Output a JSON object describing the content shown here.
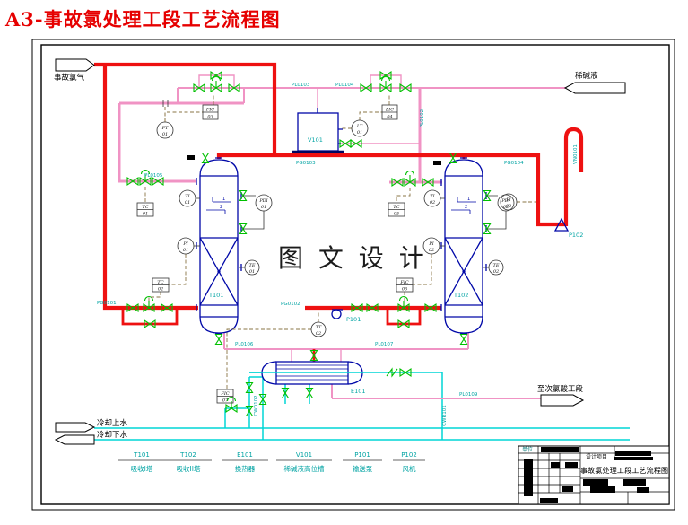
{
  "page_title": "A3-事故氯处理工段工艺流程图",
  "watermark": "图 文 设 计",
  "flags": {
    "accident_chlorine": "事故氯气",
    "dilute_alkali": "稀碱液",
    "to_hypochlorite": "至次氯酸工段",
    "cooling_supply": "冷却上水",
    "cooling_return": "冷却下水"
  },
  "equipment": {
    "t101": "T101",
    "t102": "T102",
    "v101": "V101",
    "e101": "E101",
    "p101": "P101",
    "p102": "P102"
  },
  "tray_marks": {
    "one": "1",
    "two": "2"
  },
  "pipe_labels": {
    "pl0102": "PL0102",
    "pl0103": "PL0103",
    "pl0104": "PL0104",
    "pl0105": "PL0105",
    "pl0106": "PL0106",
    "pl0107": "PL0107",
    "pl0109": "PL0109",
    "pg0101": "PG0101",
    "pg0102": "PG0102",
    "pg0103": "PG0103",
    "pg0104": "PG0104",
    "vn0101": "VN0101",
    "cw0102": "CW0102",
    "cwr101": "CWR101"
  },
  "instruments": {
    "ft01": {
      "l1": "FT",
      "l2": "01"
    },
    "fic03": {
      "l1": "FIC",
      "l2": "03"
    },
    "lt01": {
      "l1": "LT",
      "l2": "01"
    },
    "lic04": {
      "l1": "LIC",
      "l2": "04"
    },
    "ti01": {
      "l1": "TI",
      "l2": "01"
    },
    "pdi01": {
      "l1": "PDI",
      "l2": "01"
    },
    "pi01": {
      "l1": "PI",
      "l2": "01"
    },
    "te01": {
      "l1": "TE",
      "l2": "01"
    },
    "tc01": {
      "l1": "TC",
      "l2": "01"
    },
    "tc02": {
      "l1": "TC",
      "l2": "02"
    },
    "ti02": {
      "l1": "TI",
      "l2": "02"
    },
    "pdi02": {
      "l1": "PDI",
      "l2": "02"
    },
    "pi02": {
      "l1": "PI",
      "l2": "02"
    },
    "te02": {
      "l1": "TE",
      "l2": "02"
    },
    "tc05": {
      "l1": "TC",
      "l2": "05"
    },
    "fic06": {
      "l1": "FIC",
      "l2": "06"
    },
    "fic07": {
      "l1": "FIC",
      "l2": "07"
    },
    "tt02": {
      "l1": "TT",
      "l2": "02"
    },
    "pi02v": {
      "l1": "PI",
      "l2": "02"
    }
  },
  "legend": {
    "items": [
      {
        "code": "T101",
        "name": "吸收I塔"
      },
      {
        "code": "T102",
        "name": "吸收II塔"
      },
      {
        "code": "E101",
        "name": "换热器"
      },
      {
        "code": "V101",
        "name": "稀碱液高位槽"
      },
      {
        "code": "P101",
        "name": "输送泵"
      },
      {
        "code": "P102",
        "name": "风机"
      }
    ]
  },
  "title_block": {
    "unit_label": "单位",
    "project_label": "设计项目",
    "drawing_title": "事故氯处理工段工艺流程图"
  },
  "colors": {
    "pipe_red": "#ee1111",
    "pipe_pink": "#f093c4",
    "pipe_cyan": "#00d5d5",
    "valve_green": "#00c000",
    "equip_blue": "#0008a8",
    "label_teal": "#00a3a3",
    "title_red": "#e60000"
  }
}
